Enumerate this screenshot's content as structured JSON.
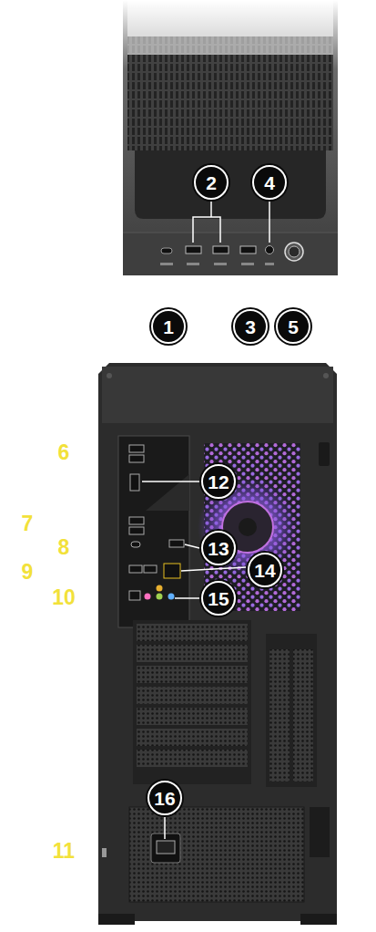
{
  "diagram": {
    "nodes": [
      {
        "text": [
          "2"
        ]
      },
      {
        "text": [
          "4"
        ]
      },
      {
        "text": [
          "1"
        ]
      },
      {
        "text": [
          "3"
        ]
      },
      {
        "text": [
          "5"
        ]
      },
      {
        "text": [
          "12"
        ]
      },
      {
        "text": [
          "13"
        ]
      },
      {
        "text": [
          "14"
        ]
      },
      {
        "text": [
          "15"
        ]
      },
      {
        "text": [
          "16"
        ]
      }
    ],
    "labels": [
      "6",
      "7",
      "8",
      "9",
      "10",
      "11"
    ]
  }
}
